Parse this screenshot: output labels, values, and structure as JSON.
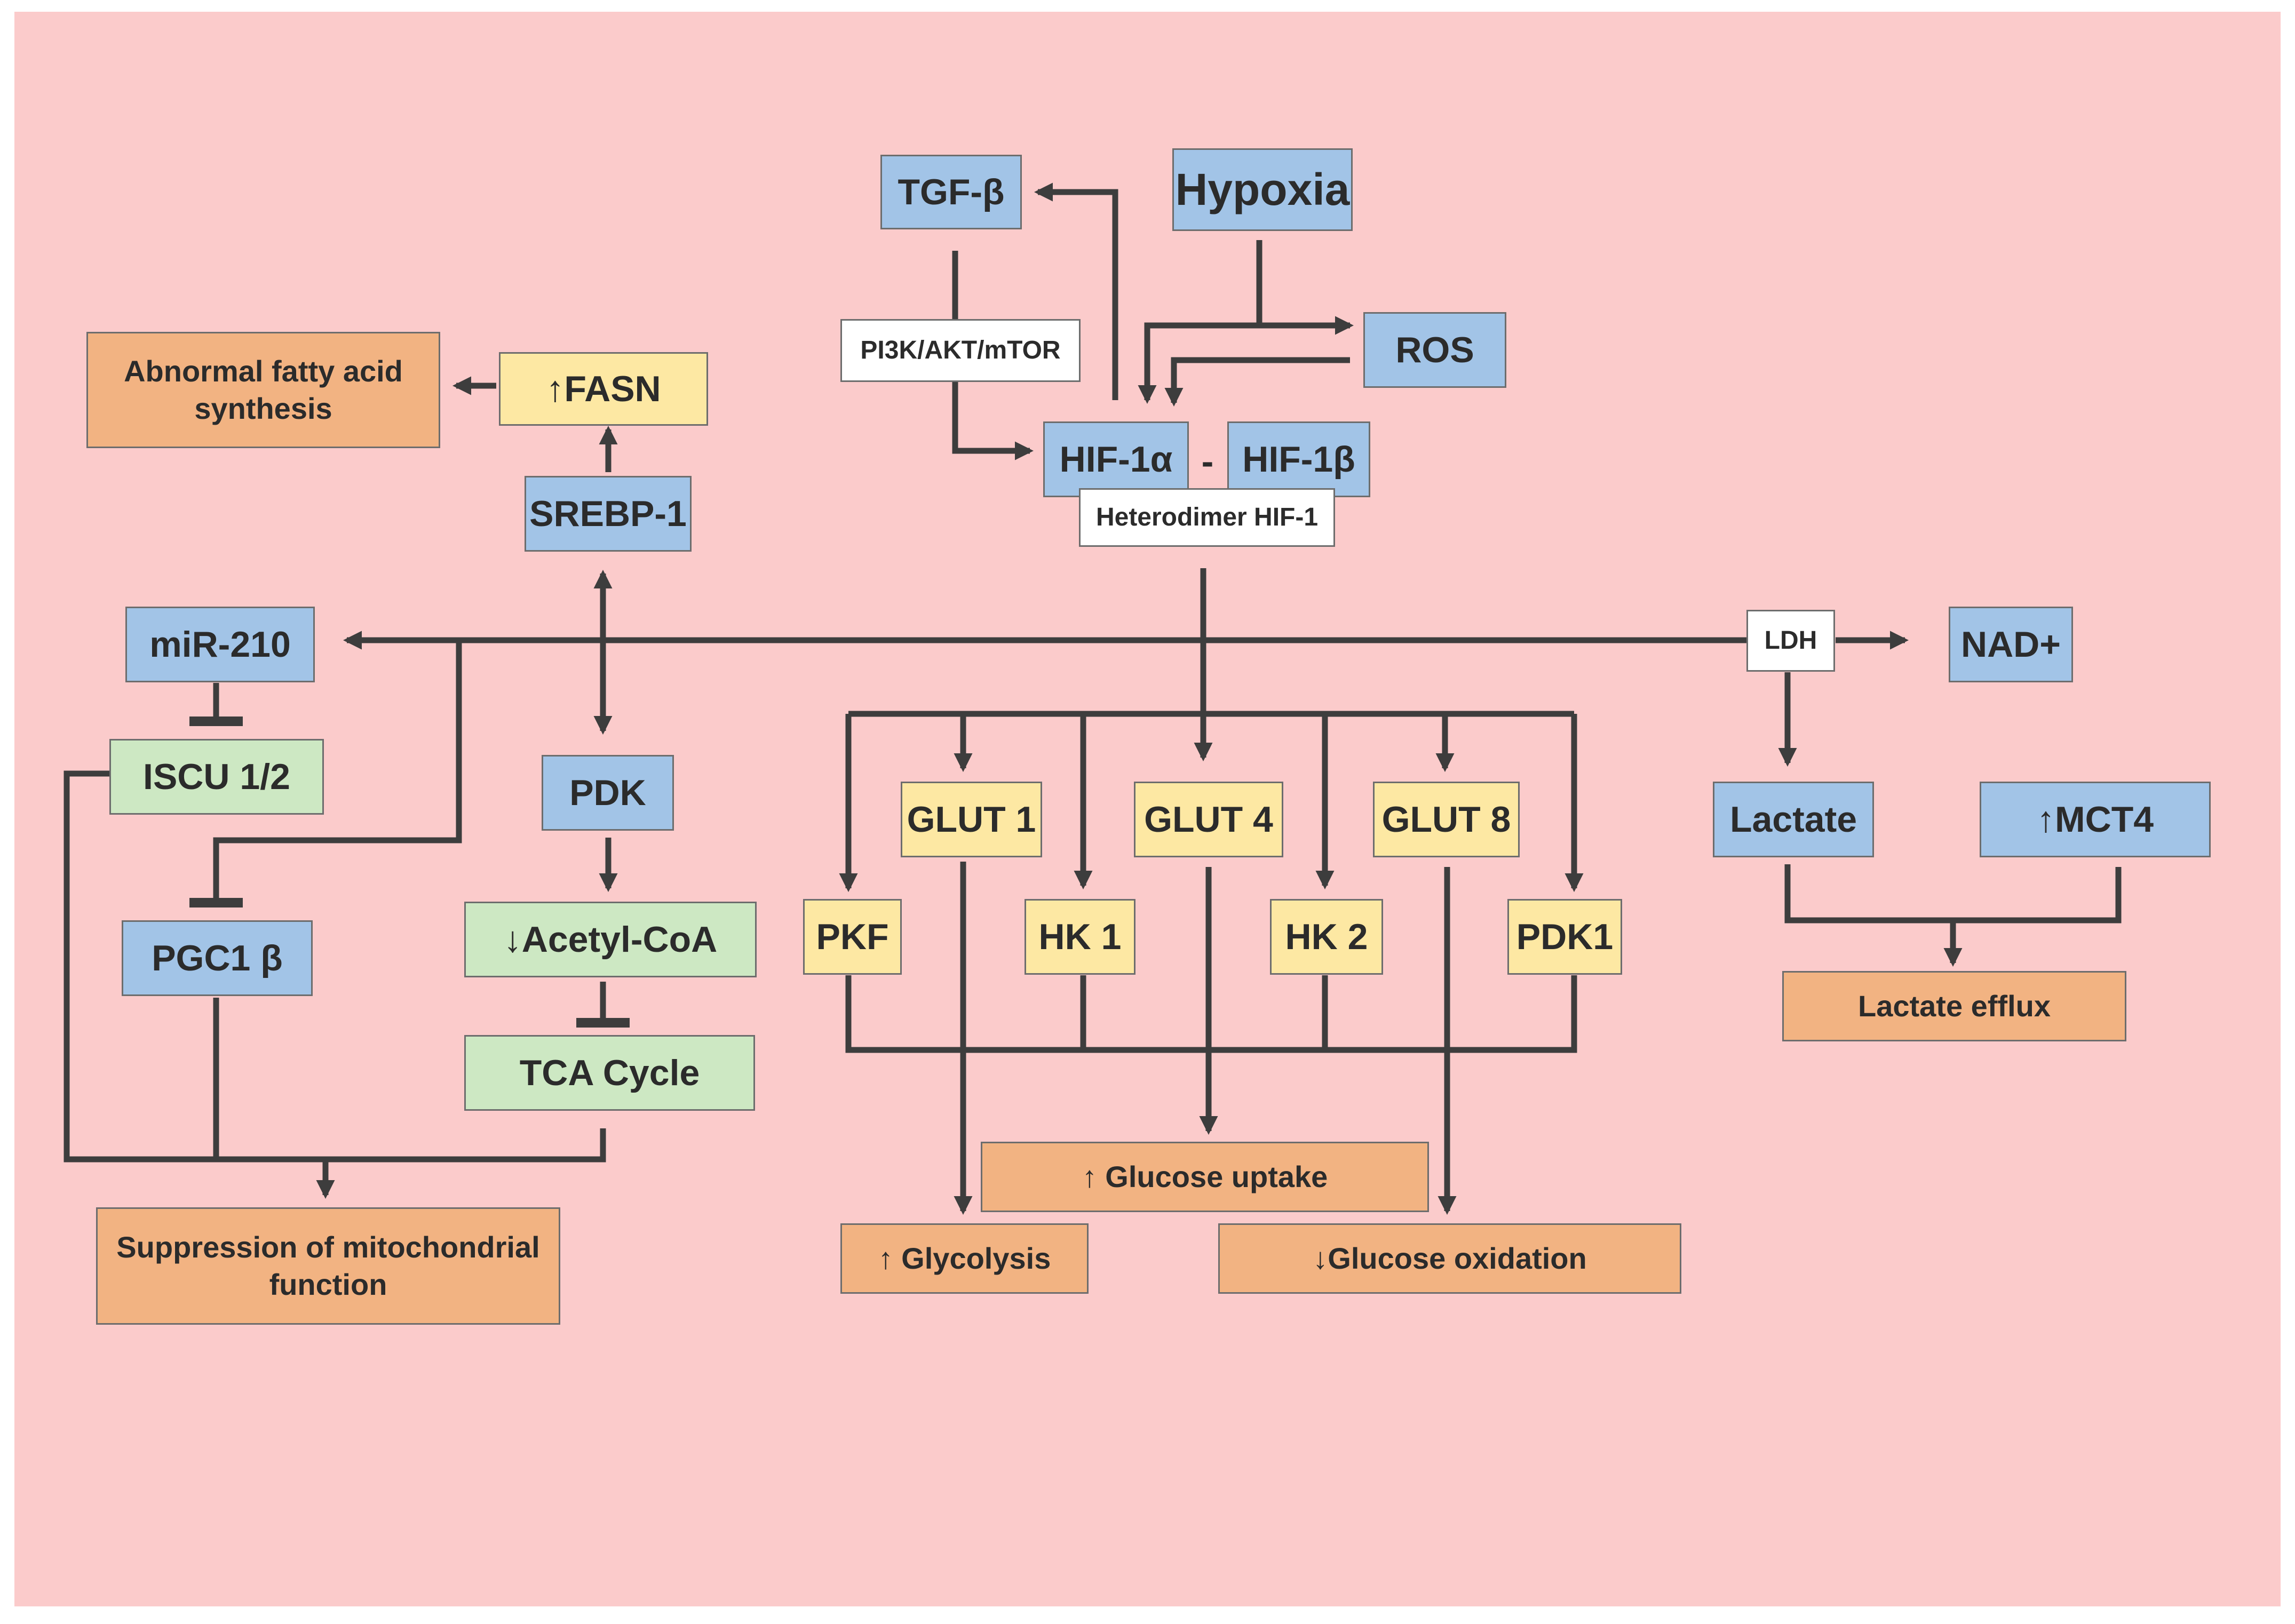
{
  "nodes": {
    "tgf_beta": "TGF-β",
    "hypoxia": "Hypoxia",
    "pi3k": "PI3K/AKT/mTOR",
    "ros": "ROS",
    "abnormal_fa": "Abnormal fatty acid synthesis",
    "fasn": "↑FASN",
    "hif1a": "HIF-1α",
    "hif1b": "HIF-1β",
    "hif_dash": "-",
    "heterodimer": "Heterodimer HIF-1",
    "srebp1": "SREBP-1",
    "mir210": "miR-210",
    "ldh": "LDH",
    "nad": "NAD+",
    "iscu": "ISCU 1/2",
    "pdk": "PDK",
    "glut1": "GLUT 1",
    "glut4": "GLUT 4",
    "glut8": "GLUT 8",
    "lactate": "Lactate",
    "mct4": "↑MCT4",
    "pkf": "PKF",
    "hk1": "HK 1",
    "hk2": "HK 2",
    "pdk1": "PDK1",
    "pgc1b": "PGC1 β",
    "acetyl_coa": "↓Acetyl-CoA",
    "lactate_efflux": "Lactate efflux",
    "tca": "TCA Cycle",
    "glucose_uptake": "↑ Glucose uptake",
    "suppression": "Suppression of mitochondrial function",
    "glycolysis": "↑ Glycolysis",
    "glucose_oxidation": "↓Glucose oxidation"
  },
  "colors": {
    "background": "#fbcbcb",
    "blue_node": "#a2c4e7",
    "yellow_node": "#fde8a3",
    "green_node": "#cde8c3",
    "orange_node": "#f2b382",
    "white_node": "#ffffff",
    "line": "#3d3d3d"
  }
}
